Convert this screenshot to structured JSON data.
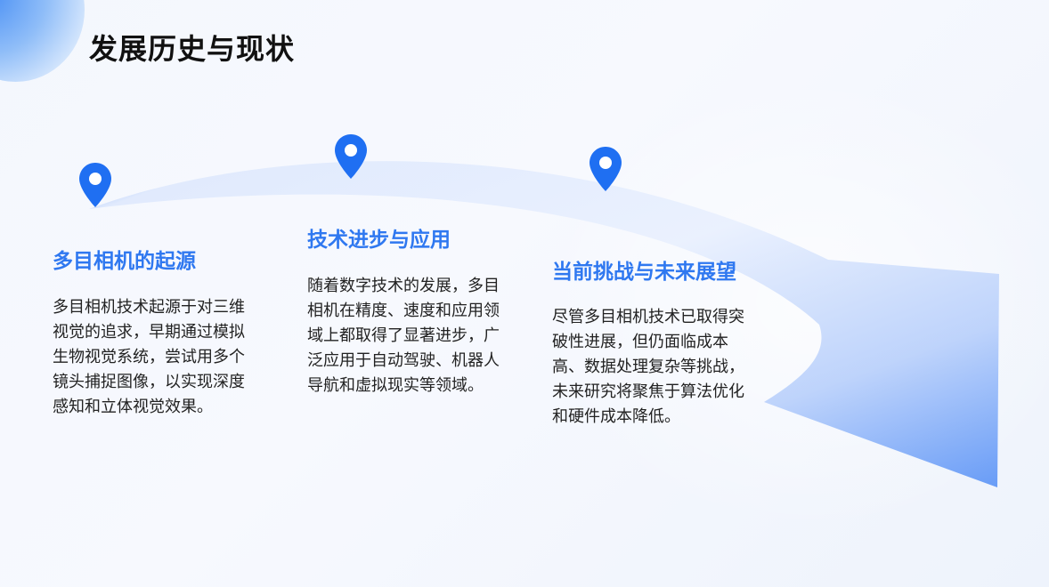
{
  "title": "发展历史与现状",
  "sections": [
    {
      "title": "多目相机的起源",
      "body": "多目相机技术起源于对三维视觉的追求，早期通过模拟生物视觉系统，尝试用多个镜头捕捉图像，以实现深度感知和立体视觉效果。"
    },
    {
      "title": "技术进步与应用",
      "body": "随着数字技术的发展，多目相机在精度、速度和应用领域上都取得了显著进步，广泛应用于自动驾驶、机器人导航和虚拟现实等领域。"
    },
    {
      "title": "当前挑战与未来展望",
      "body": "尽管多目相机技术已取得突破性进展，但仍面临成本高、数据处理复杂等挑战，未来研究将聚焦于算法优化和硬件成本降低。"
    }
  ],
  "icons": {
    "pin": "map-pin-icon"
  },
  "colors": {
    "accent": "#2f78f0",
    "pin": "#1f6ff2",
    "arrow_light": "#e6eefd",
    "arrow_dark": "#5f95f5"
  }
}
